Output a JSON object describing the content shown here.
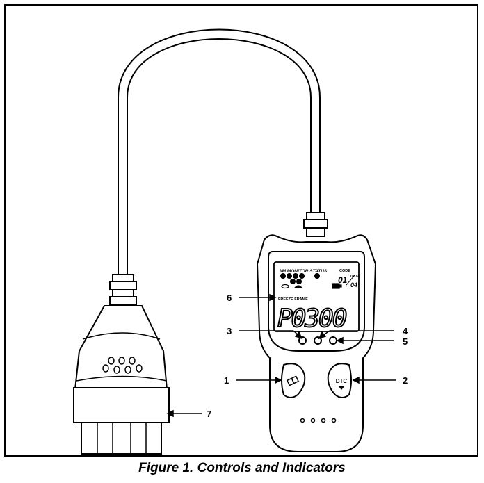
{
  "caption": "Figure 1. Controls and Indicators",
  "callouts": {
    "c1": "1",
    "c2": "2",
    "c3": "3",
    "c4": "4",
    "c5": "5",
    "c6": "6",
    "c7": "7"
  },
  "display": {
    "monitor_status_label": "I/M MONITOR STATUS",
    "code_label": "CODE",
    "total_label": "TOTAL",
    "code_number": "01",
    "total_number": "04",
    "freeze_frame_label": "FREEZE FRAME",
    "dtc_code": "P0300"
  },
  "buttons": {
    "dtc_label": "DTC"
  },
  "icons": {
    "erase_button": "eraser-icon",
    "dtc_button": "triangle-down-icon",
    "led_1": "led-green",
    "led_2": "led-yellow",
    "led_3": "led-red"
  }
}
